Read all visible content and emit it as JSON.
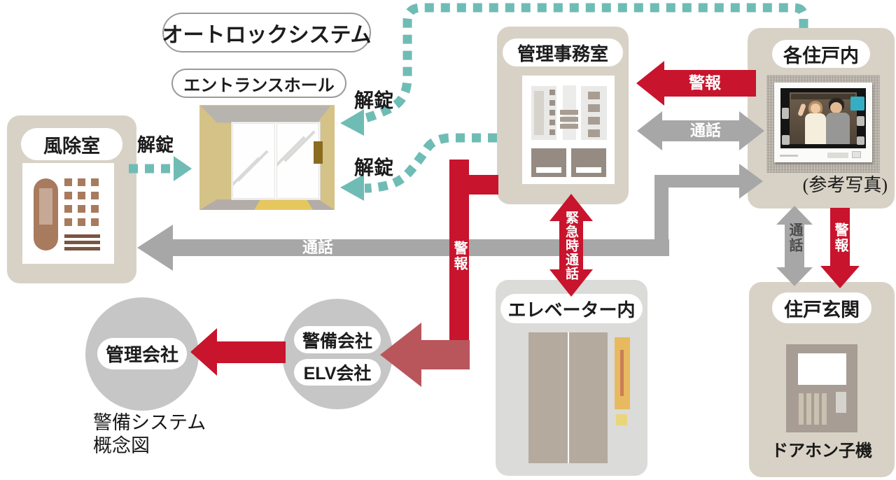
{
  "diagram": {
    "system_pill": "オートロックシステム",
    "entrance_hall_pill": "エントランスホール",
    "caption_line1": "警備システム",
    "caption_line2": "概念図"
  },
  "nodes": {
    "windbreak_room": "風除室",
    "management_office": "管理事務室",
    "each_unit": "各住戸内",
    "each_unit_caption": "(参考写真)",
    "elevator": "エレベーター内",
    "unit_entrance": "住戸玄関",
    "unit_entrance_caption": "ドアホン子機",
    "management_company": "管理会社",
    "security_company": "警備会社",
    "elevator_company": "ELV会社"
  },
  "labels": {
    "unlock_top": "解錠",
    "unlock_mid": "解錠",
    "unlock_left": "解錠",
    "alarm_unit_to_office": "警報",
    "talk_unit_office": "通話",
    "talk_lobby_unit": "通話",
    "alarm_office_to_security": "警報",
    "emergency_talk": "緊急時通話",
    "talk_unit_door": "通話",
    "alarm_unit_to_door": "警報"
  },
  "colors": {
    "teal": "#6FBCB5",
    "red": "#C8142D",
    "muted_red": "#B9565C",
    "gray_arrow": "#A7A7A7",
    "box_beige": "#D8D2C6",
    "box_gray": "#DBDBD9",
    "circle_gray": "#C6C6C6"
  }
}
